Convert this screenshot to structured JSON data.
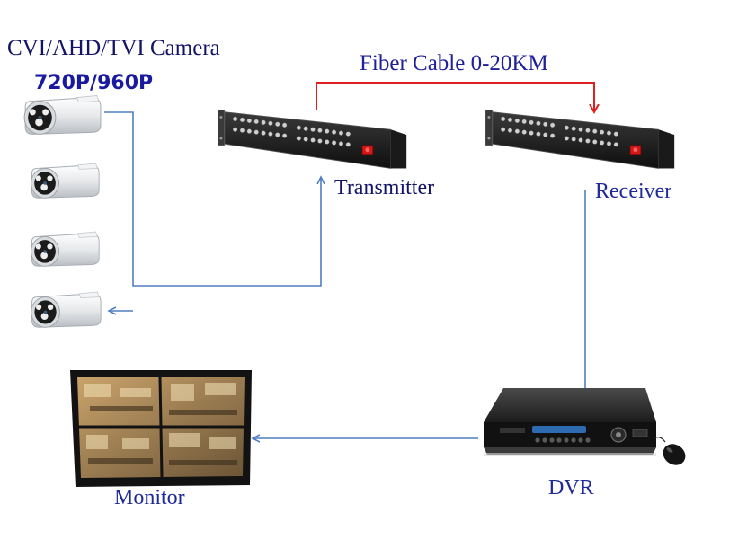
{
  "labels": {
    "camera_title": "CVI/AHD/TVI Camera",
    "resolution": "720P/960P",
    "fiber": "Fiber Cable 0-20KM",
    "transmitter": "Transmitter",
    "receiver": "Receiver",
    "dvr": "DVR",
    "monitor": "Monitor"
  },
  "colors": {
    "connector": "#4f7fc1",
    "fiber": "#e02020",
    "label": "#1f2a99"
  },
  "icons": [
    "bullet-camera-icon",
    "fiber-rack-transmitter-icon",
    "fiber-rack-receiver-icon",
    "dvr-icon",
    "mouse-icon",
    "monitor-icon"
  ]
}
